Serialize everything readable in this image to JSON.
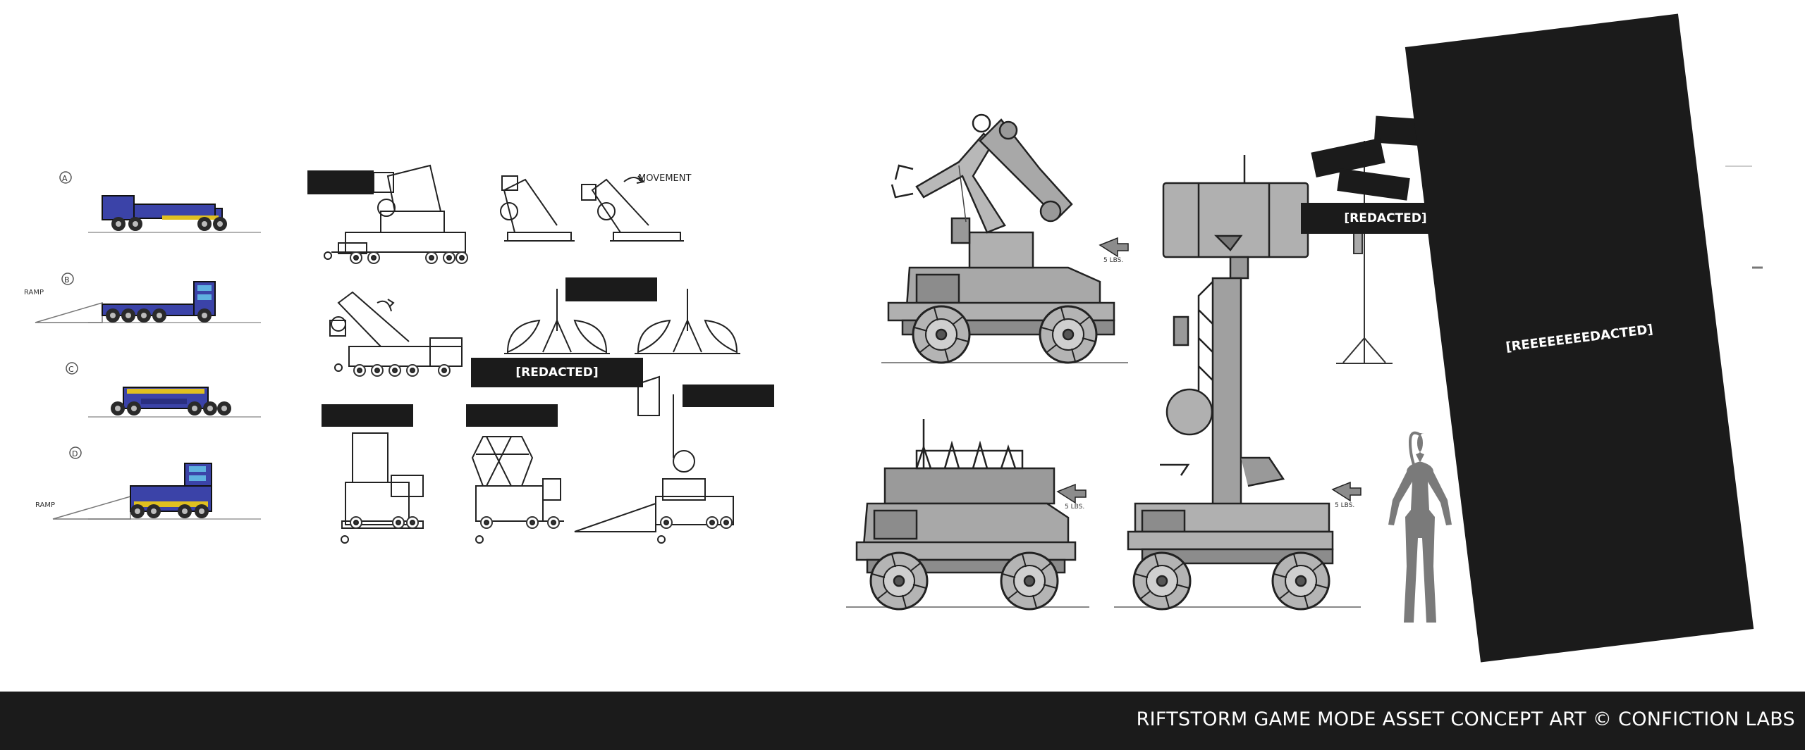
{
  "footer": {
    "caption": "RIFTSTORM GAME MODE ASSET CONCEPT ART © CONFICTION LABS"
  },
  "sketch_notes": {
    "variant_a": "A",
    "variant_b": "B",
    "variant_c": "C",
    "variant_d": "D",
    "ramp_1": "RAMP",
    "ramp_2": "RAMP",
    "movement": "MOVEMENT",
    "scale_1": "5 LBS.",
    "scale_2": "5 LBS.",
    "scale_3": "5 LBS."
  },
  "redactions": {
    "mid_label": "[REDACTED]",
    "right_label": "[REDACTED]",
    "slab_label": "[REEEEEEEEDACTED]"
  },
  "colors": {
    "footer_bg": "#1b1b1b",
    "redaction": "#1b1b1b",
    "vehicle_blue": "#3b43a8",
    "render_gray": "#9a9a9a",
    "silhouette": "#7a7a7a"
  }
}
